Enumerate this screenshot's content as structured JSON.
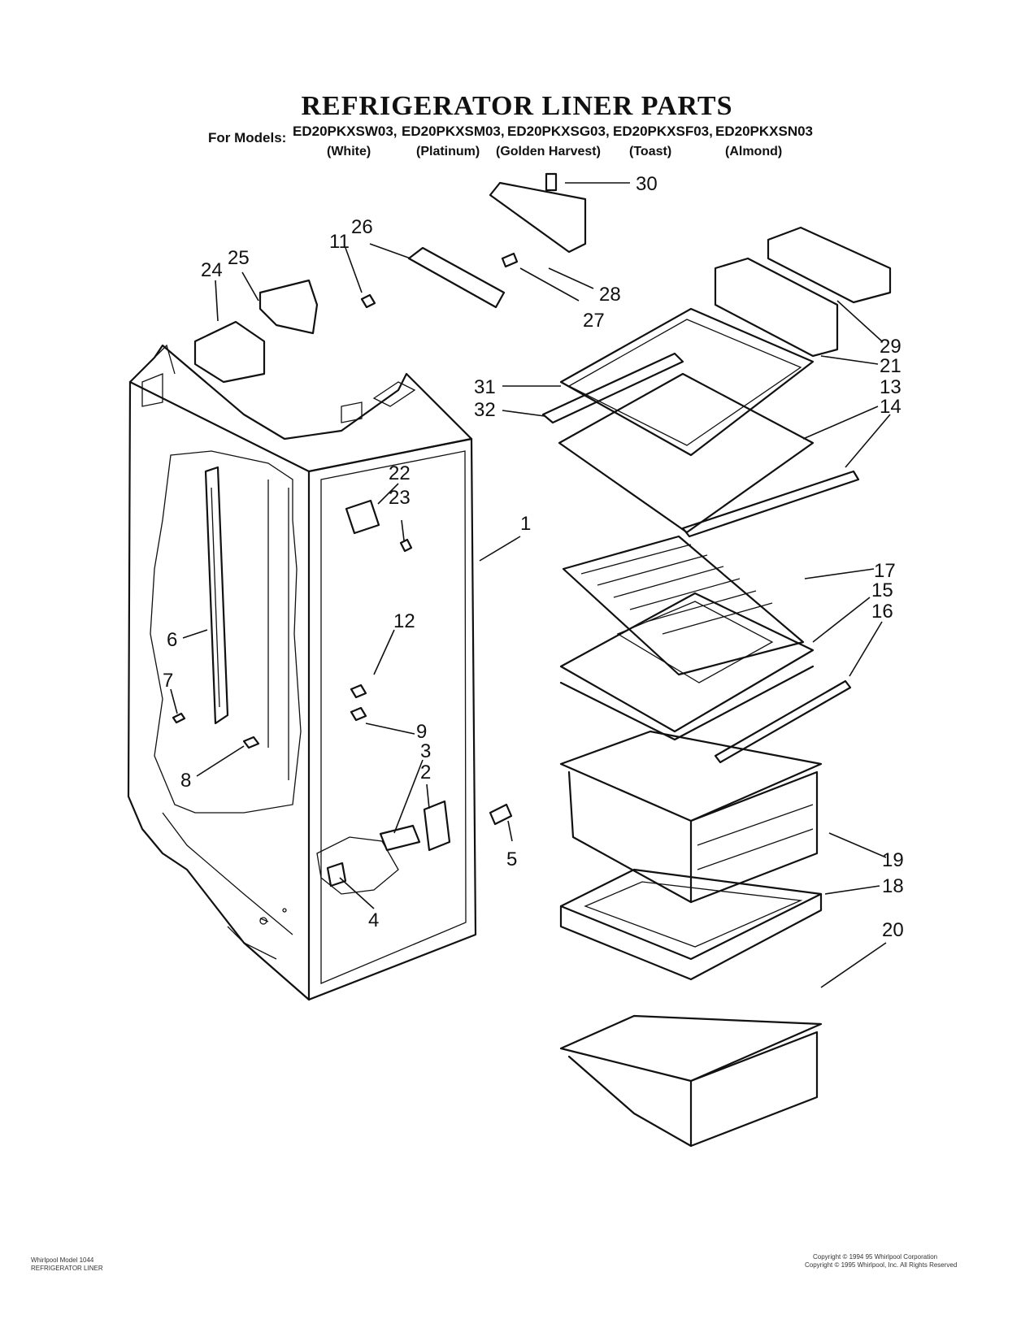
{
  "title": "REFRIGERATOR LINER PARTS",
  "models_label": "For Models:",
  "models": [
    {
      "code": "ED20PKXSW03,",
      "color": "(White)"
    },
    {
      "code": "ED20PKXSM03,",
      "color": "(Platinum)"
    },
    {
      "code": "ED20PKXSG03,",
      "color": "(Golden Harvest)"
    },
    {
      "code": "ED20PKXSF03,",
      "color": "(Toast)"
    },
    {
      "code": "ED20PKXSN03",
      "color": "(Almond)"
    }
  ],
  "callouts": [
    "1",
    "2",
    "3",
    "4",
    "5",
    "6",
    "7",
    "8",
    "9",
    "11",
    "12",
    "13",
    "14",
    "15",
    "16",
    "17",
    "18",
    "19",
    "20",
    "21",
    "22",
    "23",
    "24",
    "25",
    "26",
    "27",
    "28",
    "29",
    "30",
    "31",
    "32"
  ],
  "footer_left": [
    "Whirlpool Model 1044",
    "REFRIGERATOR LINER"
  ],
  "footer_right": [
    "Copyright © 1994 95 Whirlpool Corporation",
    "Copyright © 1995 Whirlpool, Inc. All Rights Reserved"
  ]
}
